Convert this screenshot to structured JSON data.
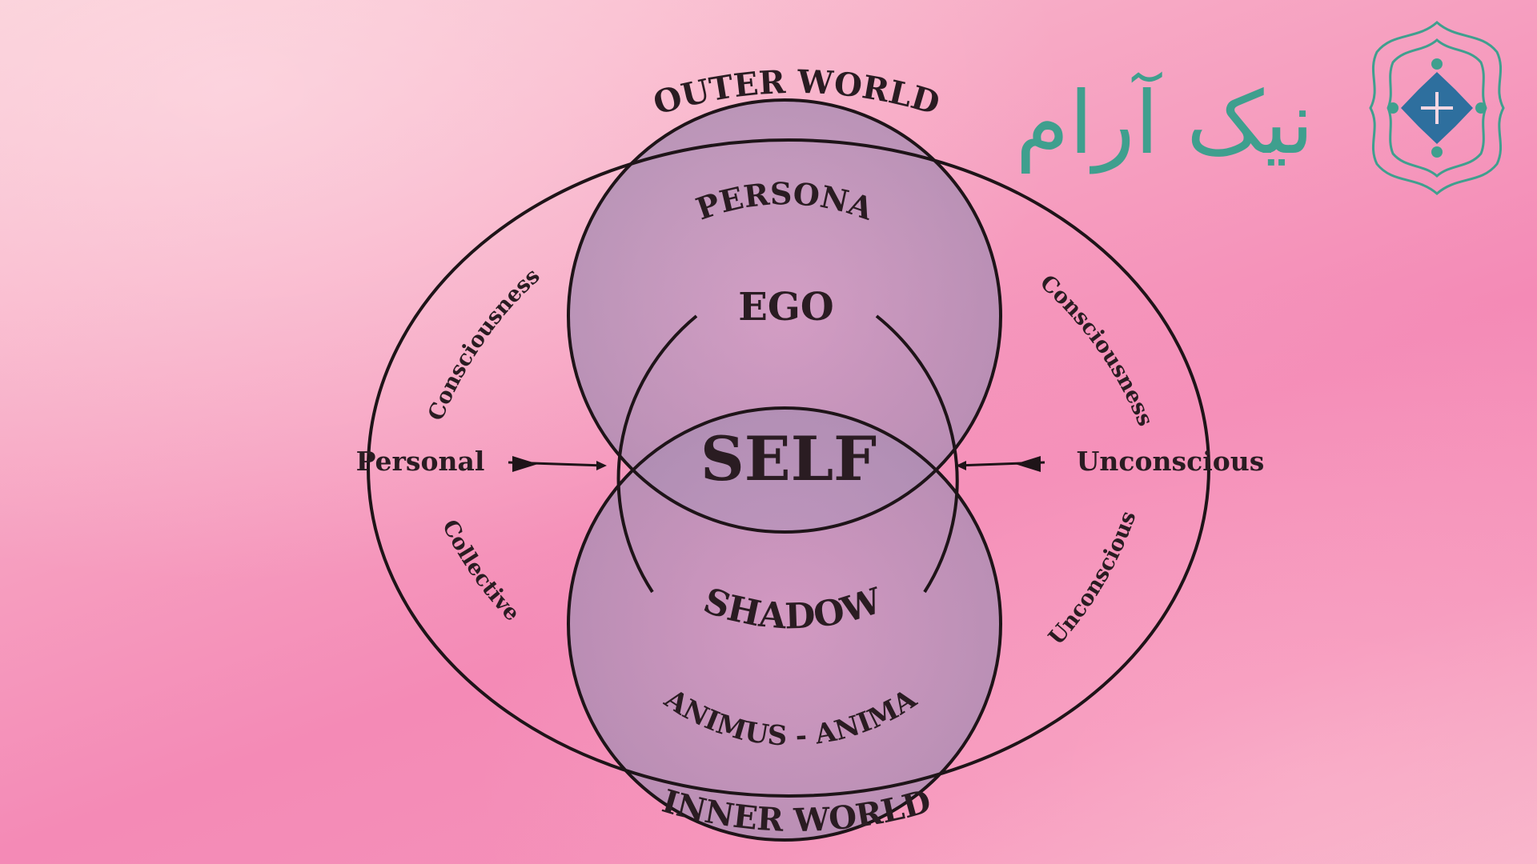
{
  "diagram": {
    "outer_world": "OUTER WORLD",
    "inner_world": "INNER WORLD",
    "persona": "PERSONA",
    "ego": "EGO",
    "self": "SELF",
    "shadow": "SHADOW",
    "animus_anima": "ANIMUS - ANIMA",
    "personal": "Personal",
    "unconscious": "Unconscious",
    "consciousness_left": "Consciousness",
    "collective": "Collective",
    "consciousness_right": "Consciousness",
    "unconscious_right": "Unconscious"
  },
  "logo": {
    "text": "نیک آرام",
    "color": "#3f9f8e",
    "accent": "#2e6f9e"
  },
  "colors": {
    "line": "#1e1418",
    "circle_fill": "#b58fbf"
  }
}
